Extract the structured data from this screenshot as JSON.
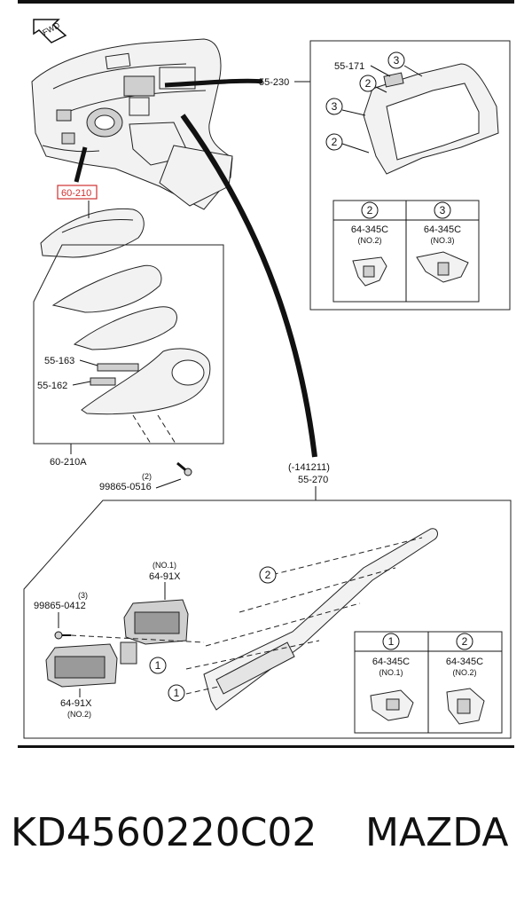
{
  "callouts": {
    "fwd": "FWD",
    "p60_210": "60-210",
    "p55_230": "55-230",
    "p55_171": "55-171",
    "p55_163": "55-163",
    "p55_162": "55-162",
    "p60_210A": "60-210A",
    "screw_qty_top": "(2)",
    "screw_top": "99865-0516",
    "date_code": "(-141211)",
    "p55_270": "55-270",
    "vent_no1_tag": "(NO.1)",
    "vent_no1": "64-91X",
    "screw_qty_bottom": "(3)",
    "screw_bottom": "99865-0412",
    "vent_no2": "64-91X",
    "vent_no2_tag": "(NO.2)"
  },
  "circles": {
    "one": "1",
    "two": "2",
    "three": "3"
  },
  "clip_table_top": [
    {
      "num": "2",
      "part": "64-345C",
      "tag": "(NO.2)"
    },
    {
      "num": "3",
      "part": "64-345C",
      "tag": "(NO.3)"
    }
  ],
  "clip_table_bottom": [
    {
      "num": "1",
      "part": "64-345C",
      "tag": "(NO.1)"
    },
    {
      "num": "2",
      "part": "64-345C",
      "tag": "(NO.2)"
    }
  ],
  "footer": {
    "part_number": "KD4560220C02",
    "brand": "MAZDA"
  },
  "colors": {
    "highlight": "#d03030",
    "line": "#111111"
  }
}
